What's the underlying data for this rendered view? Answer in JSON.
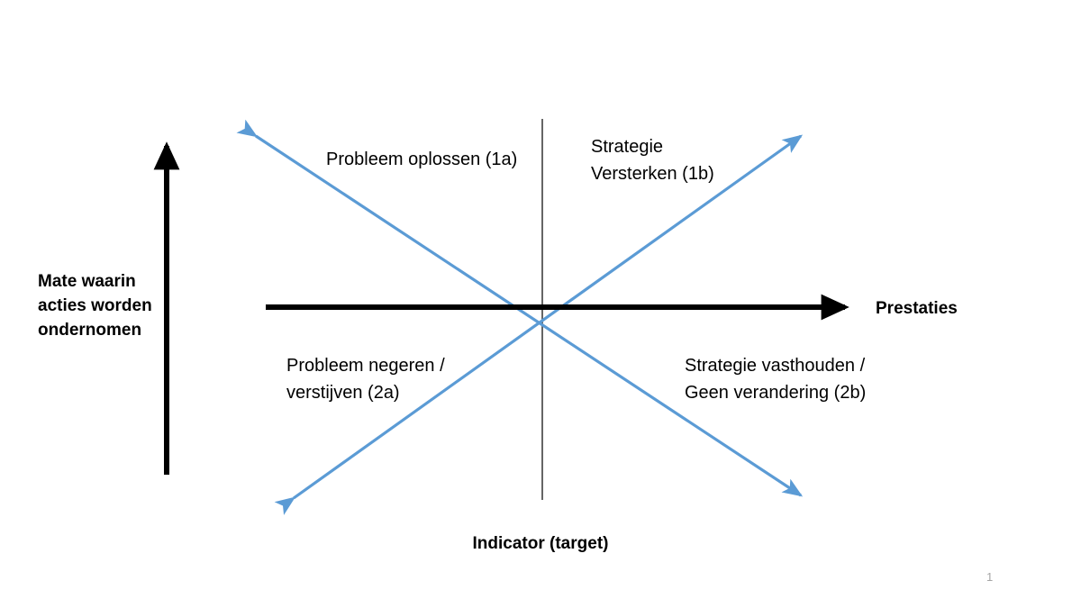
{
  "slide": {
    "page_number": "1",
    "background_color": "#ffffff"
  },
  "colors": {
    "axis": "#000000",
    "diagonal": "#5B9BD5",
    "divider": "#3f3f3f",
    "page_number": "#a6a6a6",
    "text": "#000000"
  },
  "axes": {
    "y_label": "Mate waarin acties worden ondernomen",
    "x_label": "Prestaties",
    "bottom_label": "Indicator (target)"
  },
  "quadrants": [
    {
      "id": "1a",
      "label": "Probleem oplossen (1a)",
      "position": "top-left"
    },
    {
      "id": "1b",
      "label": "Strategie\nVersterken (1b)",
      "position": "top-right"
    },
    {
      "id": "2a",
      "label": "Probleem negeren /\nverstijven (2a)",
      "position": "bottom-left"
    },
    {
      "id": "2b",
      "label": "Strategie vasthouden /\nGeen verandering (2b)",
      "position": "bottom-right"
    }
  ],
  "chart_data": {
    "type": "diagram",
    "title": "",
    "xlabel": "Prestaties",
    "ylabel": "Mate waarin acties worden ondernomen",
    "annotations": [
      "Probleem oplossen (1a)",
      "Strategie Versterken (1b)",
      "Probleem negeren / verstijven (2a)",
      "Strategie vasthouden / Geen verandering (2b)",
      "Indicator (target)"
    ],
    "lines": [
      {
        "name": "declining-diagonal",
        "from": [
          280,
          148
        ],
        "to": [
          893,
          553
        ],
        "color": "#5B9BD5",
        "arrows": "both"
      },
      {
        "name": "rising-diagonal",
        "from": [
          322,
          556
        ],
        "to": [
          893,
          148
        ],
        "color": "#5B9BD5",
        "arrows": "both"
      },
      {
        "name": "x-axis",
        "from": [
          295,
          341
        ],
        "to": [
          955,
          341
        ],
        "color": "#000000",
        "arrows": "end"
      },
      {
        "name": "y-axis",
        "from": [
          185,
          527
        ],
        "to": [
          185,
          145
        ],
        "color": "#000000",
        "arrows": "end"
      },
      {
        "name": "target-divider",
        "from": [
          602,
          132
        ],
        "to": [
          602,
          555
        ],
        "color": "#3f3f3f",
        "arrows": "none"
      }
    ]
  }
}
